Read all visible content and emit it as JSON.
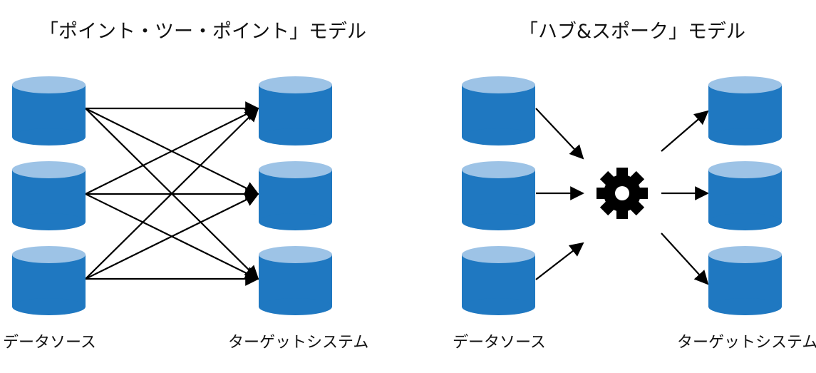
{
  "colors": {
    "cylinder_body": "#1f78c1",
    "cylinder_top": "#9dc3e6",
    "arrow": "#000000",
    "hub_icon": "#000000"
  },
  "point_to_point": {
    "title": "「ポイント・ツー・ポイント」モデル",
    "source_label": "データソース",
    "target_label": "ターゲットシステム"
  },
  "hub_and_spoke": {
    "title": "「ハブ&スポーク」モデル",
    "source_label": "データソース",
    "target_label": "ターゲットシステム",
    "hub_icon": "gear-icon"
  }
}
